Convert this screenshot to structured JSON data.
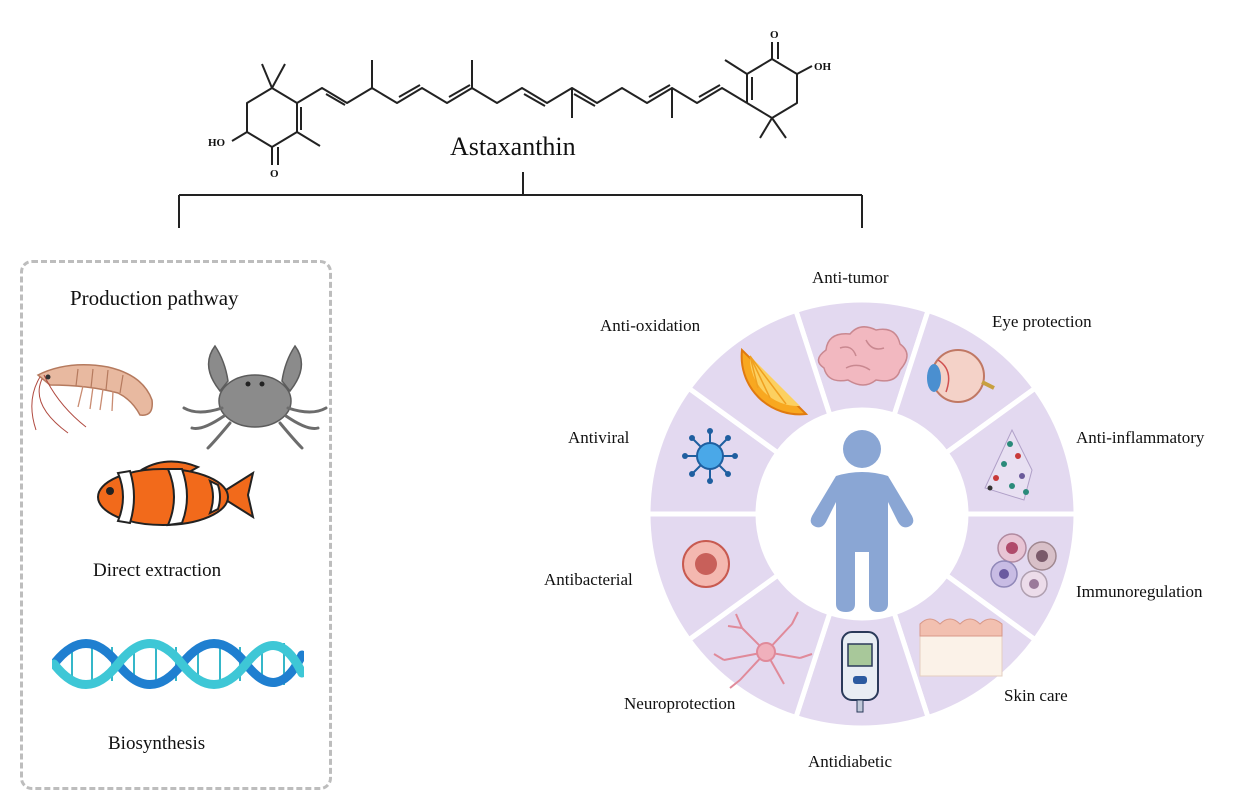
{
  "molecule": {
    "name": "Astaxanthin",
    "atoms": {
      "ho": "HO",
      "oh": "OH",
      "o": "O"
    }
  },
  "production": {
    "title": "Production pathway",
    "direct_label": "Direct extraction",
    "bio_label": "Biosynthesis",
    "icons": [
      "shrimp-icon",
      "crab-icon",
      "clownfish-icon",
      "dna-helix-icon"
    ]
  },
  "wheel": {
    "center_icon": "human-figure-icon",
    "colors": {
      "segment": "#e3d9f0",
      "segment_border": "#ffffff",
      "human": "#8aa6d4"
    },
    "segments": [
      {
        "label": "Anti-tumor",
        "icon": "brain-icon"
      },
      {
        "label": "Eye protection",
        "icon": "eye-icon"
      },
      {
        "label": "Anti-inflammatory",
        "icon": "inflammation-cells-icon"
      },
      {
        "label": "Immunoregulation",
        "icon": "immune-cells-icon"
      },
      {
        "label": "Skin care",
        "icon": "skin-icon"
      },
      {
        "label": "Antidiabetic",
        "icon": "glucose-meter-icon"
      },
      {
        "label": "Neuroprotection",
        "icon": "neuron-icon"
      },
      {
        "label": "Antibacterial",
        "icon": "bacterium-cell-icon"
      },
      {
        "label": "Antiviral",
        "icon": "virus-icon"
      },
      {
        "label": "Anti-oxidation",
        "icon": "orange-slice-icon"
      }
    ]
  }
}
